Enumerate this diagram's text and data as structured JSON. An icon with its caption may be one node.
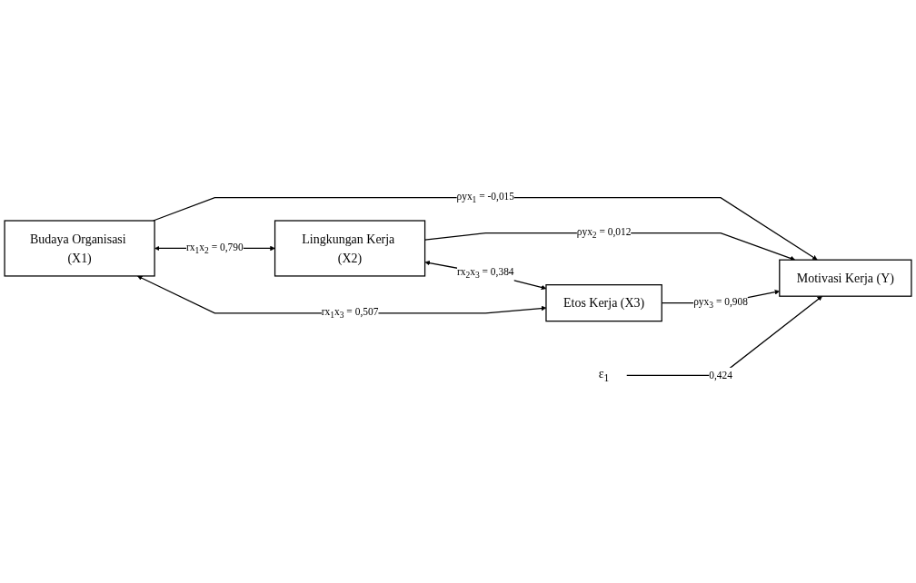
{
  "diagram": {
    "nodes": [
      {
        "text": [
          "Budaya Organisasi (X1)"
        ]
      },
      {
        "text": [
          "Lingkungan Kerja (X2)"
        ]
      },
      {
        "text": [
          "Etos Kerja (X3)"
        ]
      },
      {
        "text": [
          "Motivasi Kerja (Y)"
        ]
      },
      {
        "text": [
          "ε$_{1}$"
        ]
      }
    ],
    "edges": [
      {
        "from": 0,
        "to": 3,
        "arrow": "to",
        "label": "ρyx$_{1}$ = -0,015"
      },
      {
        "from": 1,
        "to": 3,
        "arrow": "to",
        "label": "ρyx$_{2}$ = 0,012"
      },
      {
        "from": 2,
        "to": 3,
        "arrow": "to",
        "label": "ρyx$_{3}$ = 0,908"
      },
      {
        "from": 4,
        "to": 3,
        "arrow": "to",
        "label": "0,424"
      },
      {
        "from": 0,
        "to": 1,
        "arrow": "both",
        "label": "rx$_{1}$x$_{2}$ = 0,790"
      },
      {
        "from": 1,
        "to": 2,
        "arrow": "both",
        "label": "rx$_{2}$x$_{3}$ = 0,384"
      },
      {
        "from": 0,
        "to": 2,
        "arrow": "both",
        "label": "rx$_{1}$x$_{3}$ = 0,507"
      }
    ]
  }
}
